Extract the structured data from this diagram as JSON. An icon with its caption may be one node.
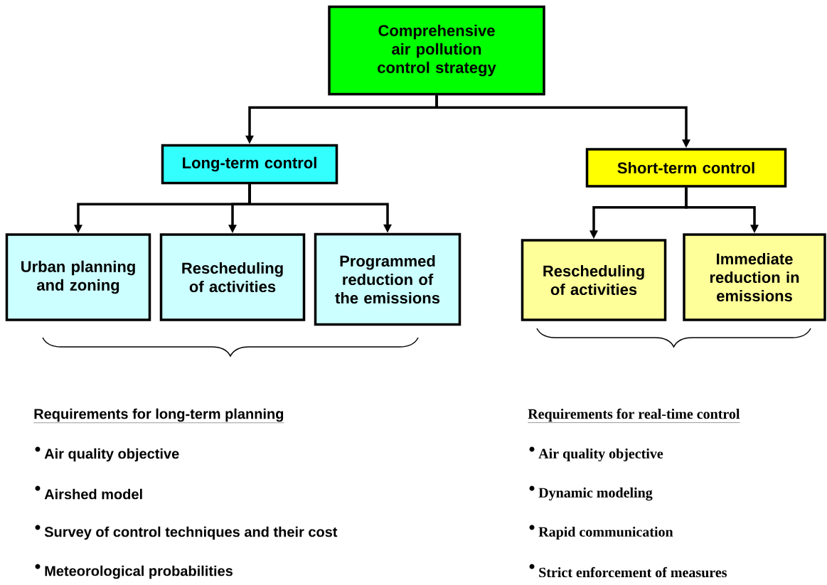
{
  "diagram": {
    "nodes": [
      {
        "text": [
          "Comprehensive air pollution control strategy"
        ]
      },
      {
        "text": [
          "Long-term control"
        ]
      },
      {
        "text": [
          "Short-term control"
        ]
      },
      {
        "text": [
          "Urban planning and zoning"
        ]
      },
      {
        "text": [
          "Rescheduling of activities"
        ]
      },
      {
        "text": [
          "Programmed reduction of the emissions"
        ]
      },
      {
        "text": [
          "Rescheduling of activities"
        ]
      },
      {
        "text": [
          "Immediate reduction in emissions"
        ]
      }
    ],
    "edges": [
      {
        "from": 0,
        "to": 1,
        "arrow": "to"
      },
      {
        "from": 0,
        "to": 2,
        "arrow": "to"
      },
      {
        "from": 1,
        "to": 3,
        "arrow": "to"
      },
      {
        "from": 1,
        "to": 4,
        "arrow": "to"
      },
      {
        "from": 1,
        "to": 5,
        "arrow": "to"
      },
      {
        "from": 2,
        "to": 6,
        "arrow": "to"
      },
      {
        "from": 2,
        "to": 7,
        "arrow": "to"
      }
    ],
    "labels": [
      "Requirements for long-term planning",
      "Air quality objective",
      "Airshed model",
      "Survey of control techniques and their cost",
      "Meteorological probabilities",
      "Requirements for real-time control",
      "Air quality objective",
      "Dynamic modeling",
      "Rapid communication",
      "Strict enforcement of measures"
    ]
  }
}
